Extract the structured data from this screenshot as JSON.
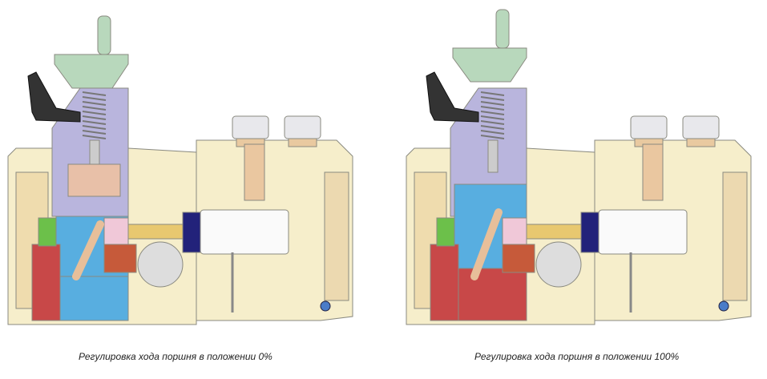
{
  "figures": [
    {
      "caption": "Регулировка хода поршня в положении 0%",
      "stroke_percent": 0
    },
    {
      "caption": "Регулировка хода поршня в положении 100%",
      "stroke_percent": 100
    }
  ],
  "colors": {
    "housing": "#f6eecb",
    "outline": "#8a8a80",
    "handwheel": "#b8d8bc",
    "purple": "#b9b5dd",
    "blue": "#58aee0",
    "red": "#c84848",
    "navy": "#22227a",
    "tan": "#e7bf9a"
  }
}
